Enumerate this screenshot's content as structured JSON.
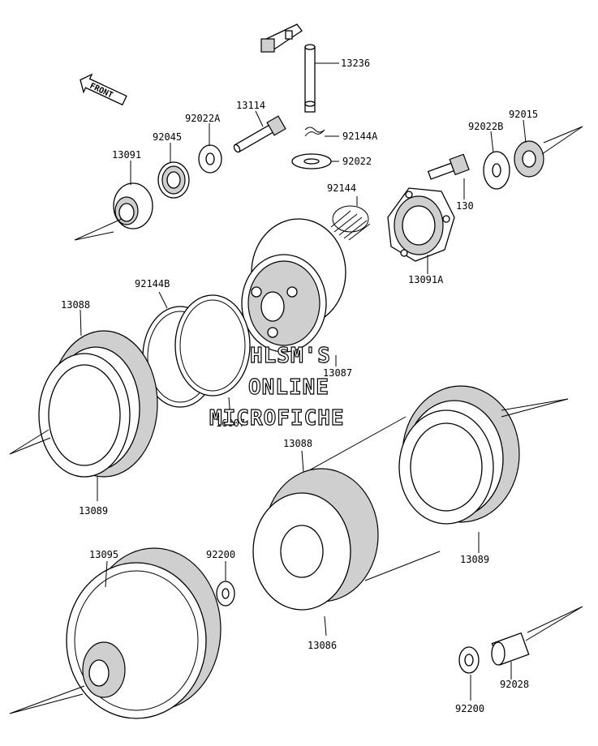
{
  "diagram": {
    "front_label": "FRONT",
    "watermark": [
      "HLSM'S",
      "ONLINE",
      "MICROFICHE"
    ],
    "part_labels": {
      "p13236": "13236",
      "p13114": "13114",
      "p92022A": "92022A",
      "p92045": "92045",
      "p13091": "13091",
      "p92144A": "92144A",
      "p92022": "92022",
      "p92015": "92015",
      "p92022B": "92022B",
      "p130": "130",
      "p92144": "92144",
      "p13091A": "13091A",
      "p92144B": "92144B",
      "p13088a": "13088",
      "p13087": "13087",
      "p16007": "16007",
      "p13089a": "13089",
      "p13088b": "13088",
      "p13089b": "13089",
      "p13095": "13095",
      "p92200a": "92200",
      "p13086": "13086",
      "p92028": "92028",
      "p92200b": "92200"
    }
  }
}
